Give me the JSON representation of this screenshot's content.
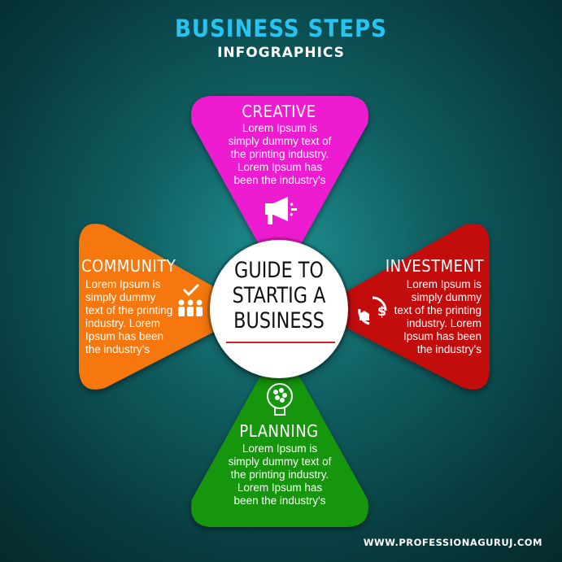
{
  "header": {
    "title": "BUSINESS STEPS",
    "subtitle": "INFOGRAPHICS"
  },
  "center": {
    "text": "GUIDE TO STARTIG A BUSINESS"
  },
  "steps": {
    "creative": {
      "heading": "CREATIVE",
      "body": "Lorem Ipsum is simply dummy text of the printing industry. Lorem Ipsum has been the industry's",
      "color": "#ee1fd0",
      "icon": "megaphone-icon"
    },
    "investment": {
      "heading": "INVESTMENT",
      "body": "Lorem Ipsum is simply dummy text of the printing industry. Lorem Ipsum has been the industry's",
      "color": "#c30b0b",
      "icon": "home-money-cycle-icon"
    },
    "planning": {
      "heading": "PLANNING",
      "body": "Lorem Ipsum is simply dummy text of the printing industry. Lorem Ipsum has been the industry's",
      "color": "#149611",
      "icon": "brain-idea-icon"
    },
    "community": {
      "heading": "COMMUNITY",
      "body": "Lorem Ipsum is simply dummy text of the printing industry. Lorem Ipsum has been the industry's",
      "color": "#f57709",
      "icon": "team-check-icon"
    }
  },
  "footer": {
    "website": "WWW.PROFESSIONAGURUJ.COM"
  }
}
